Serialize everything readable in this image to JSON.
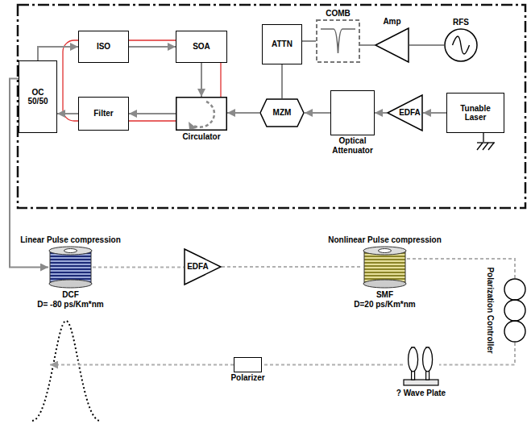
{
  "diagram": {
    "nodes": [
      {
        "text": [
          "ISO"
        ]
      },
      {
        "text": [
          "SOA"
        ]
      },
      {
        "text": [
          "ATTN"
        ]
      },
      {
        "text": [
          "COMB"
        ]
      },
      {
        "text": [
          "Amp"
        ]
      },
      {
        "text": [
          "RFS"
        ]
      },
      {
        "text": [
          "OC 50/50"
        ]
      },
      {
        "text": [
          "Filter"
        ]
      },
      {
        "text": [
          "Circulator"
        ]
      },
      {
        "text": [
          "MZM"
        ]
      },
      {
        "text": [
          "Optical Attenuator"
        ]
      },
      {
        "text": [
          "EDFA"
        ]
      },
      {
        "text": [
          "Tunable Laser"
        ]
      },
      {
        "text": [
          "Linear Pulse compression",
          "DCF",
          "D= -80 ps/Km*nm"
        ]
      },
      {
        "text": [
          "EDFA"
        ]
      },
      {
        "text": [
          "Nonlinear Pulse compression",
          "SMF",
          "D=20 ps/Km*nm"
        ]
      },
      {
        "text": [
          "Polarization Controller"
        ]
      },
      {
        "text": [
          "? Wave Plate"
        ]
      },
      {
        "text": [
          "Polarizer"
        ]
      }
    ],
    "edges": [
      {
        "from": 6,
        "to": 0,
        "arrow": "to"
      },
      {
        "from": 0,
        "to": 1,
        "arrow": "to"
      },
      {
        "from": 1,
        "to": 8,
        "arrow": "to"
      },
      {
        "from": 8,
        "to": 7,
        "arrow": "to"
      },
      {
        "from": 7,
        "to": 6,
        "arrow": "to"
      },
      {
        "from": 12,
        "to": 11,
        "arrow": "to"
      },
      {
        "from": 11,
        "to": 10,
        "arrow": "to"
      },
      {
        "from": 10,
        "to": 9,
        "arrow": "to"
      },
      {
        "from": 9,
        "to": 8,
        "arrow": "to"
      },
      {
        "from": 5,
        "to": 4,
        "arrow": "none"
      },
      {
        "from": 4,
        "to": 3,
        "arrow": "none"
      },
      {
        "from": 3,
        "to": 2,
        "arrow": "none"
      },
      {
        "from": 2,
        "to": 9,
        "arrow": "none"
      },
      {
        "from": 6,
        "to": 13,
        "arrow": "to"
      },
      {
        "from": 13,
        "to": 14,
        "arrow": "none"
      },
      {
        "from": 14,
        "to": 15,
        "arrow": "none"
      },
      {
        "from": 15,
        "to": 16,
        "arrow": "none"
      },
      {
        "from": 16,
        "to": 17,
        "arrow": "none"
      },
      {
        "from": 17,
        "to": 18,
        "arrow": "none"
      }
    ]
  }
}
